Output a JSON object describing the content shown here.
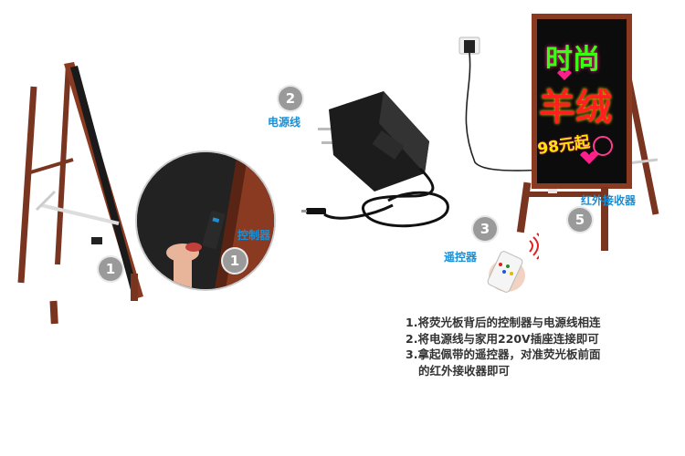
{
  "labels": {
    "controller": "控制器",
    "power_cord": "电源线",
    "remote": "遥控器",
    "ir_receiver": "红外接收器"
  },
  "badges": {
    "b1_stand": "1",
    "b1_zoom": "1",
    "b2": "2",
    "b3": "3",
    "b5": "5"
  },
  "board_text": {
    "line1": "时尚",
    "line2": "羊绒",
    "price": "98元起"
  },
  "instructions": [
    "1.将荧光板背后的控制器与电源线相连",
    "2.将电源线与家用220V插座连接即可",
    "3.拿起佩带的遥控器，对准荧光板前面",
    "   的红外接收器即可"
  ],
  "colors": {
    "label_blue": "#1a8fd6",
    "badge_gray": "#9a9a9a",
    "frame_wood": "#8b3a22",
    "neon_green": "#39ff14",
    "neon_pink": "#ff1f8a",
    "neon_yellow": "#ffe600"
  }
}
